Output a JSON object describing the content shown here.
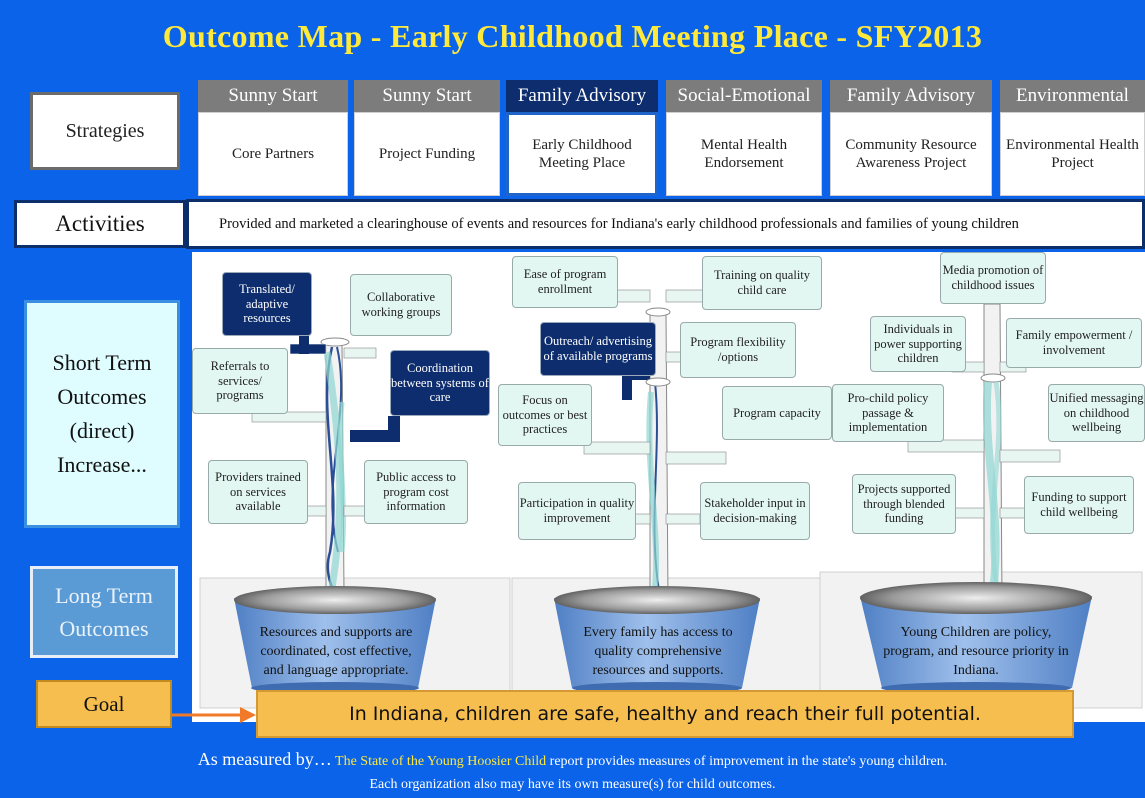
{
  "title": "Outcome Map - Early Childhood Meeting Place - SFY2013",
  "row_labels": {
    "strategies": "Strategies",
    "activities": "Activities",
    "short_term": "Short Term Outcomes (direct) Increase...",
    "long_term": "Long Term Outcomes",
    "goal": "Goal"
  },
  "strategies": [
    {
      "header": "Sunny Start",
      "body": "Core Partners"
    },
    {
      "header": "Sunny Start",
      "body": "Project Funding"
    },
    {
      "header": "Family Advisory",
      "body": "Early Childhood Meeting Place"
    },
    {
      "header": "Social-Emotional",
      "body": "Mental Health Endorsement"
    },
    {
      "header": "Family Advisory",
      "body": "Community Resource Awareness Project"
    },
    {
      "header": "Environmental",
      "body": "Environmental Health Project"
    }
  ],
  "activities_text": "Provided and marketed a clearinghouse of events and resources for Indiana's early childhood professionals and families of young children",
  "trees": [
    {
      "pot_text": "Resources and supports are coordinated, cost effective, and language appropriate.",
      "outcomes": [
        {
          "label": "Translated/ adaptive resources",
          "highlight": true
        },
        {
          "label": "Collaborative working groups",
          "highlight": false
        },
        {
          "label": "Referrals to services/ programs",
          "highlight": false
        },
        {
          "label": "Coordination between systems of care",
          "highlight": true
        },
        {
          "label": "Providers trained on services available",
          "highlight": false
        },
        {
          "label": "Public access to program cost information",
          "highlight": false
        }
      ]
    },
    {
      "pot_text": "Every family has access to quality comprehensive resources and supports.",
      "outcomes": [
        {
          "label": "Ease of program enrollment",
          "highlight": false
        },
        {
          "label": "Training on quality child care",
          "highlight": false
        },
        {
          "label": "Outreach/ advertising of available programs",
          "highlight": true
        },
        {
          "label": "Program flexibility /options",
          "highlight": false
        },
        {
          "label": "Focus on outcomes or best practices",
          "highlight": false
        },
        {
          "label": "Program capacity",
          "highlight": false
        },
        {
          "label": "Participation in quality improvement",
          "highlight": false
        },
        {
          "label": "Stakeholder input in decision-making",
          "highlight": false
        }
      ]
    },
    {
      "pot_text": "Young Children are policy, program, and resource priority in Indiana.",
      "outcomes": [
        {
          "label": "Media promotion of childhood issues",
          "highlight": false
        },
        {
          "label": "Individuals in power supporting children",
          "highlight": false
        },
        {
          "label": "Family empowerment / involvement",
          "highlight": false
        },
        {
          "label": "Pro-child policy passage & implementation",
          "highlight": false
        },
        {
          "label": "Unified messaging on childhood wellbeing",
          "highlight": false
        },
        {
          "label": "Projects supported through blended funding",
          "highlight": false
        },
        {
          "label": "Funding to support child wellbeing",
          "highlight": false
        }
      ]
    }
  ],
  "goal_text": "In Indiana, children are safe, healthy and reach their full potential.",
  "measured": {
    "lead": "As measured by…",
    "report": "The State of the Young Hoosier Child",
    "rest": "report provides measures of improvement in the state's young children.",
    "line2": "Each organization also may have its own measure(s) for child outcomes."
  },
  "colors": {
    "background": "#0b63ea",
    "title": "#ffe93a",
    "highlight_box": "#0d2d6e",
    "outcome_box": "#e3f7f2",
    "goal": "#f6bd4f"
  }
}
